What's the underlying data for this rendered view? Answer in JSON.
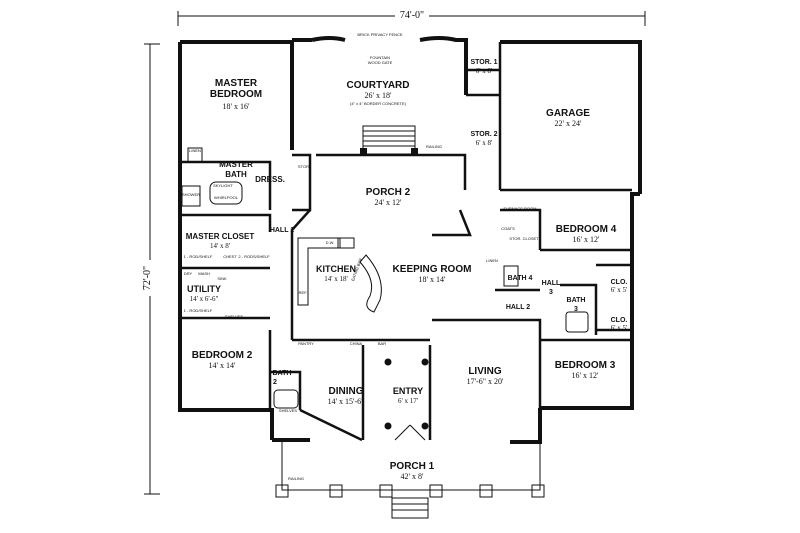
{
  "dimensions": {
    "overall_width": "74'-0\"",
    "overall_depth": "72'-0\""
  },
  "rooms": {
    "master_bedroom": {
      "name_line1": "MASTER",
      "name_line2": "BEDROOM",
      "size": "18' x 16'"
    },
    "courtyard": {
      "name": "COURTYARD",
      "size": "26' x 18'",
      "note": "(4\" x 4\" BORDER CONCRETE)"
    },
    "stor1": {
      "name": "STOR. 1",
      "size": "6' x 8'"
    },
    "stor2": {
      "name": "STOR. 2",
      "size": "6' x 8'"
    },
    "garage": {
      "name": "GARAGE",
      "size": "22' x 24'"
    },
    "master_bath": {
      "name_line1": "MASTER",
      "name_line2": "BATH"
    },
    "dress": {
      "name": "DRESS."
    },
    "porch2": {
      "name": "PORCH 2",
      "size": "24' x 12'"
    },
    "hall1": {
      "name": "HALL 1"
    },
    "master_closet": {
      "name": "MASTER CLOSET",
      "size": "14' x 8'"
    },
    "kitchen": {
      "name": "KITCHEN",
      "size": "14' x 18'"
    },
    "keeping_room": {
      "name": "KEEPING ROOM",
      "size": "18' x 14'"
    },
    "bedroom4": {
      "name": "BEDROOM 4",
      "size": "16' x 12'"
    },
    "utility": {
      "name": "UTILITY",
      "size": "14' x 6'-6\""
    },
    "bath4": {
      "name": "BATH 4"
    },
    "hall3": {
      "name_line1": "HALL",
      "name_line2": "3"
    },
    "clo_upper": {
      "name": "CLO.",
      "size": "6' x 5'"
    },
    "hall2": {
      "name": "HALL 2"
    },
    "bath3": {
      "name_line1": "BATH",
      "name_line2": "3"
    },
    "clo_lower": {
      "name": "CLO.",
      "size": "6' x 5'"
    },
    "bedroom2": {
      "name": "BEDROOM 2",
      "size": "14' x 14'"
    },
    "bedroom3": {
      "name": "BEDROOM 3",
      "size": "16' x 12'"
    },
    "dining": {
      "name": "DINING",
      "size": "14' x 15'-6\""
    },
    "entry": {
      "name": "ENTRY",
      "size": "6' x 17'"
    },
    "living": {
      "name": "LIVING",
      "size": "17'-6\" x 20'"
    },
    "bath2": {
      "name_line1": "BATH",
      "name_line2": "2"
    },
    "porch1": {
      "name": "PORCH 1",
      "size": "42' x 8'"
    }
  },
  "fixtures": {
    "privacy_fence": "BRICK PRIVACY FENCE",
    "fountain": "FOUNTAIN",
    "wood_gate": "WOOD GATE",
    "railing_courtyard": "RAILING",
    "railing_porch": "RAILING",
    "skylight": "SKYLIGHT",
    "whirlpool": "WHIRLPOOL",
    "shower": "SHOWER",
    "linen": "LINEN",
    "stor": "STOR.",
    "chest": "CHEST",
    "rod_shelf1": "1 - ROD/SHELF",
    "rod_shelf2": "2 - RODS/SHELF",
    "rod_shelf3": "1 - ROD/SHELF",
    "dry": "DRY",
    "wash": "WASH",
    "sink": "SINK",
    "shelves": "SHELVES",
    "ref": "REF.",
    "dw": "D.W.",
    "pantry": "PANTRY",
    "china": "CHINA",
    "bar": "BAR",
    "eating_bar": "EATING BAR",
    "furnace_room": "FURNACE ROOM",
    "stor_closet": "STOR. CLOSET",
    "coats": "COATS",
    "linen2": "LINEN",
    "shelves2": "SHELVES"
  }
}
